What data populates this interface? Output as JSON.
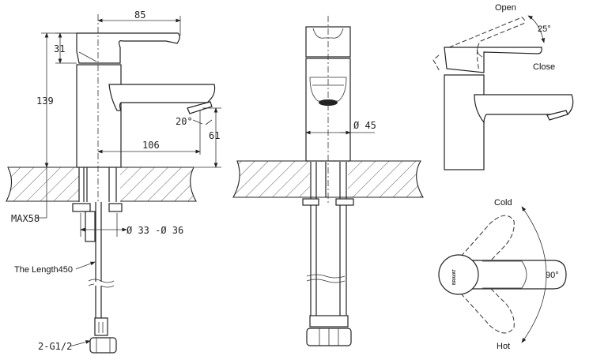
{
  "side_view": {
    "dim_width": "85",
    "dim_handle_height": "31",
    "dim_total_height": "139",
    "dim_spout_angle": "20°",
    "dim_spout_height": "61",
    "dim_spout_reach": "106",
    "dim_max_counter": "MAX58",
    "dim_hole": "Ø 33 -Ø 36",
    "hose_length": "The Length450",
    "connector": "2-G1/2"
  },
  "front_view": {
    "dim_diameter": "Ø 45"
  },
  "lever_tilt": {
    "open_label": "Open",
    "angle": "25°",
    "close_label": "Close"
  },
  "lever_rotation": {
    "cold_label": "Cold",
    "angle": "90°",
    "hot_label": "Hot",
    "logo_text": "BRAVAT"
  }
}
